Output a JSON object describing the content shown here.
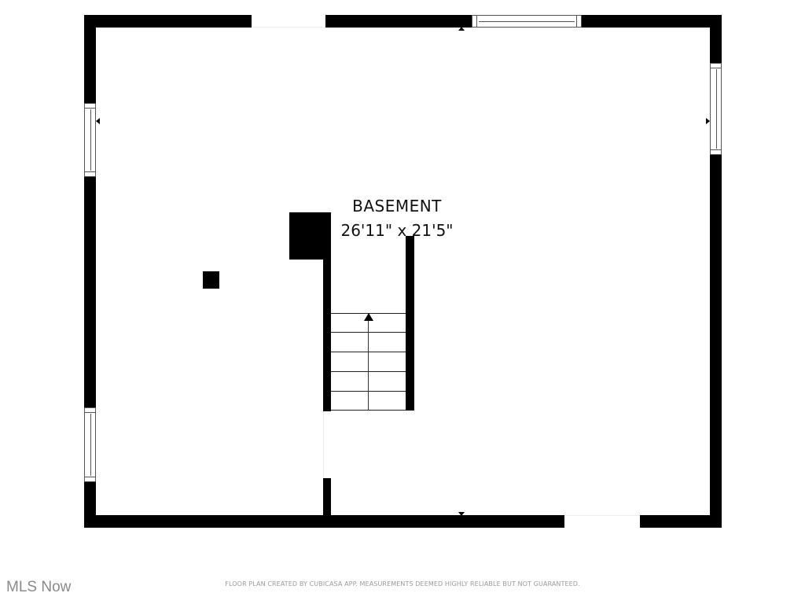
{
  "floor_plan": {
    "room": {
      "name": "BASEMENT",
      "dimensions": "26'11\" x 21'5\""
    },
    "stairs": {
      "tread_count": 5,
      "direction": "up"
    }
  },
  "footer": {
    "disclaimer": "FLOOR PLAN CREATED BY CUBICASA APP. MEASUREMENTS DEEMED HIGHLY RELIABLE BUT NOT GUARANTEED.",
    "brand": "MLS Now"
  },
  "colors": {
    "wall": "#000000",
    "background": "#ffffff",
    "footer_text": "#9a9a9a",
    "brand_text": "#8a8a8a"
  }
}
